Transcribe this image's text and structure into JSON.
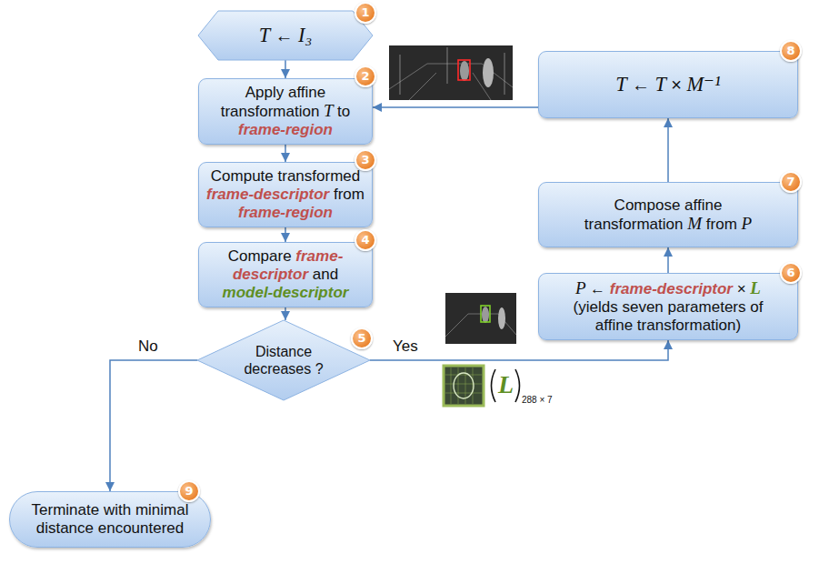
{
  "diagram": {
    "nodes": [
      {
        "text": [
          "T ← I₃"
        ]
      },
      {
        "text": [
          "Apply affine transformation T to frame-region"
        ]
      },
      {
        "text": [
          "Compute transformed frame-descriptor from frame-region"
        ]
      },
      {
        "text": [
          "Compare frame-descriptor and model-descriptor"
        ]
      },
      {
        "text": [
          "Distance decreases ?"
        ]
      },
      {
        "text": [
          "P ← frame-descriptor × L",
          "(yields seven parameters of affine transformation)"
        ]
      },
      {
        "text": [
          "Compose affine transformation M from P"
        ]
      },
      {
        "text": [
          "T ← T × M⁻¹"
        ]
      },
      {
        "text": [
          "Terminate with minimal distance encountered"
        ]
      }
    ],
    "edges": [
      {
        "from": 0,
        "to": 1,
        "arrow": "to"
      },
      {
        "from": 1,
        "to": 2,
        "arrow": "to"
      },
      {
        "from": 2,
        "to": 3,
        "arrow": "to"
      },
      {
        "from": 3,
        "to": 4,
        "arrow": "to"
      },
      {
        "from": 4,
        "to": 8,
        "label": "No",
        "arrow": "to"
      },
      {
        "from": 4,
        "to": 5,
        "label": "Yes",
        "arrow": "to"
      },
      {
        "from": 5,
        "to": 6,
        "arrow": "to"
      },
      {
        "from": 6,
        "to": 7,
        "arrow": "to"
      },
      {
        "from": 7,
        "to": 1,
        "arrow": "to"
      }
    ],
    "labels": [
      "1",
      "2",
      "3",
      "4",
      "5",
      "6",
      "7",
      "8",
      "9",
      "L",
      "288 × 7"
    ]
  }
}
